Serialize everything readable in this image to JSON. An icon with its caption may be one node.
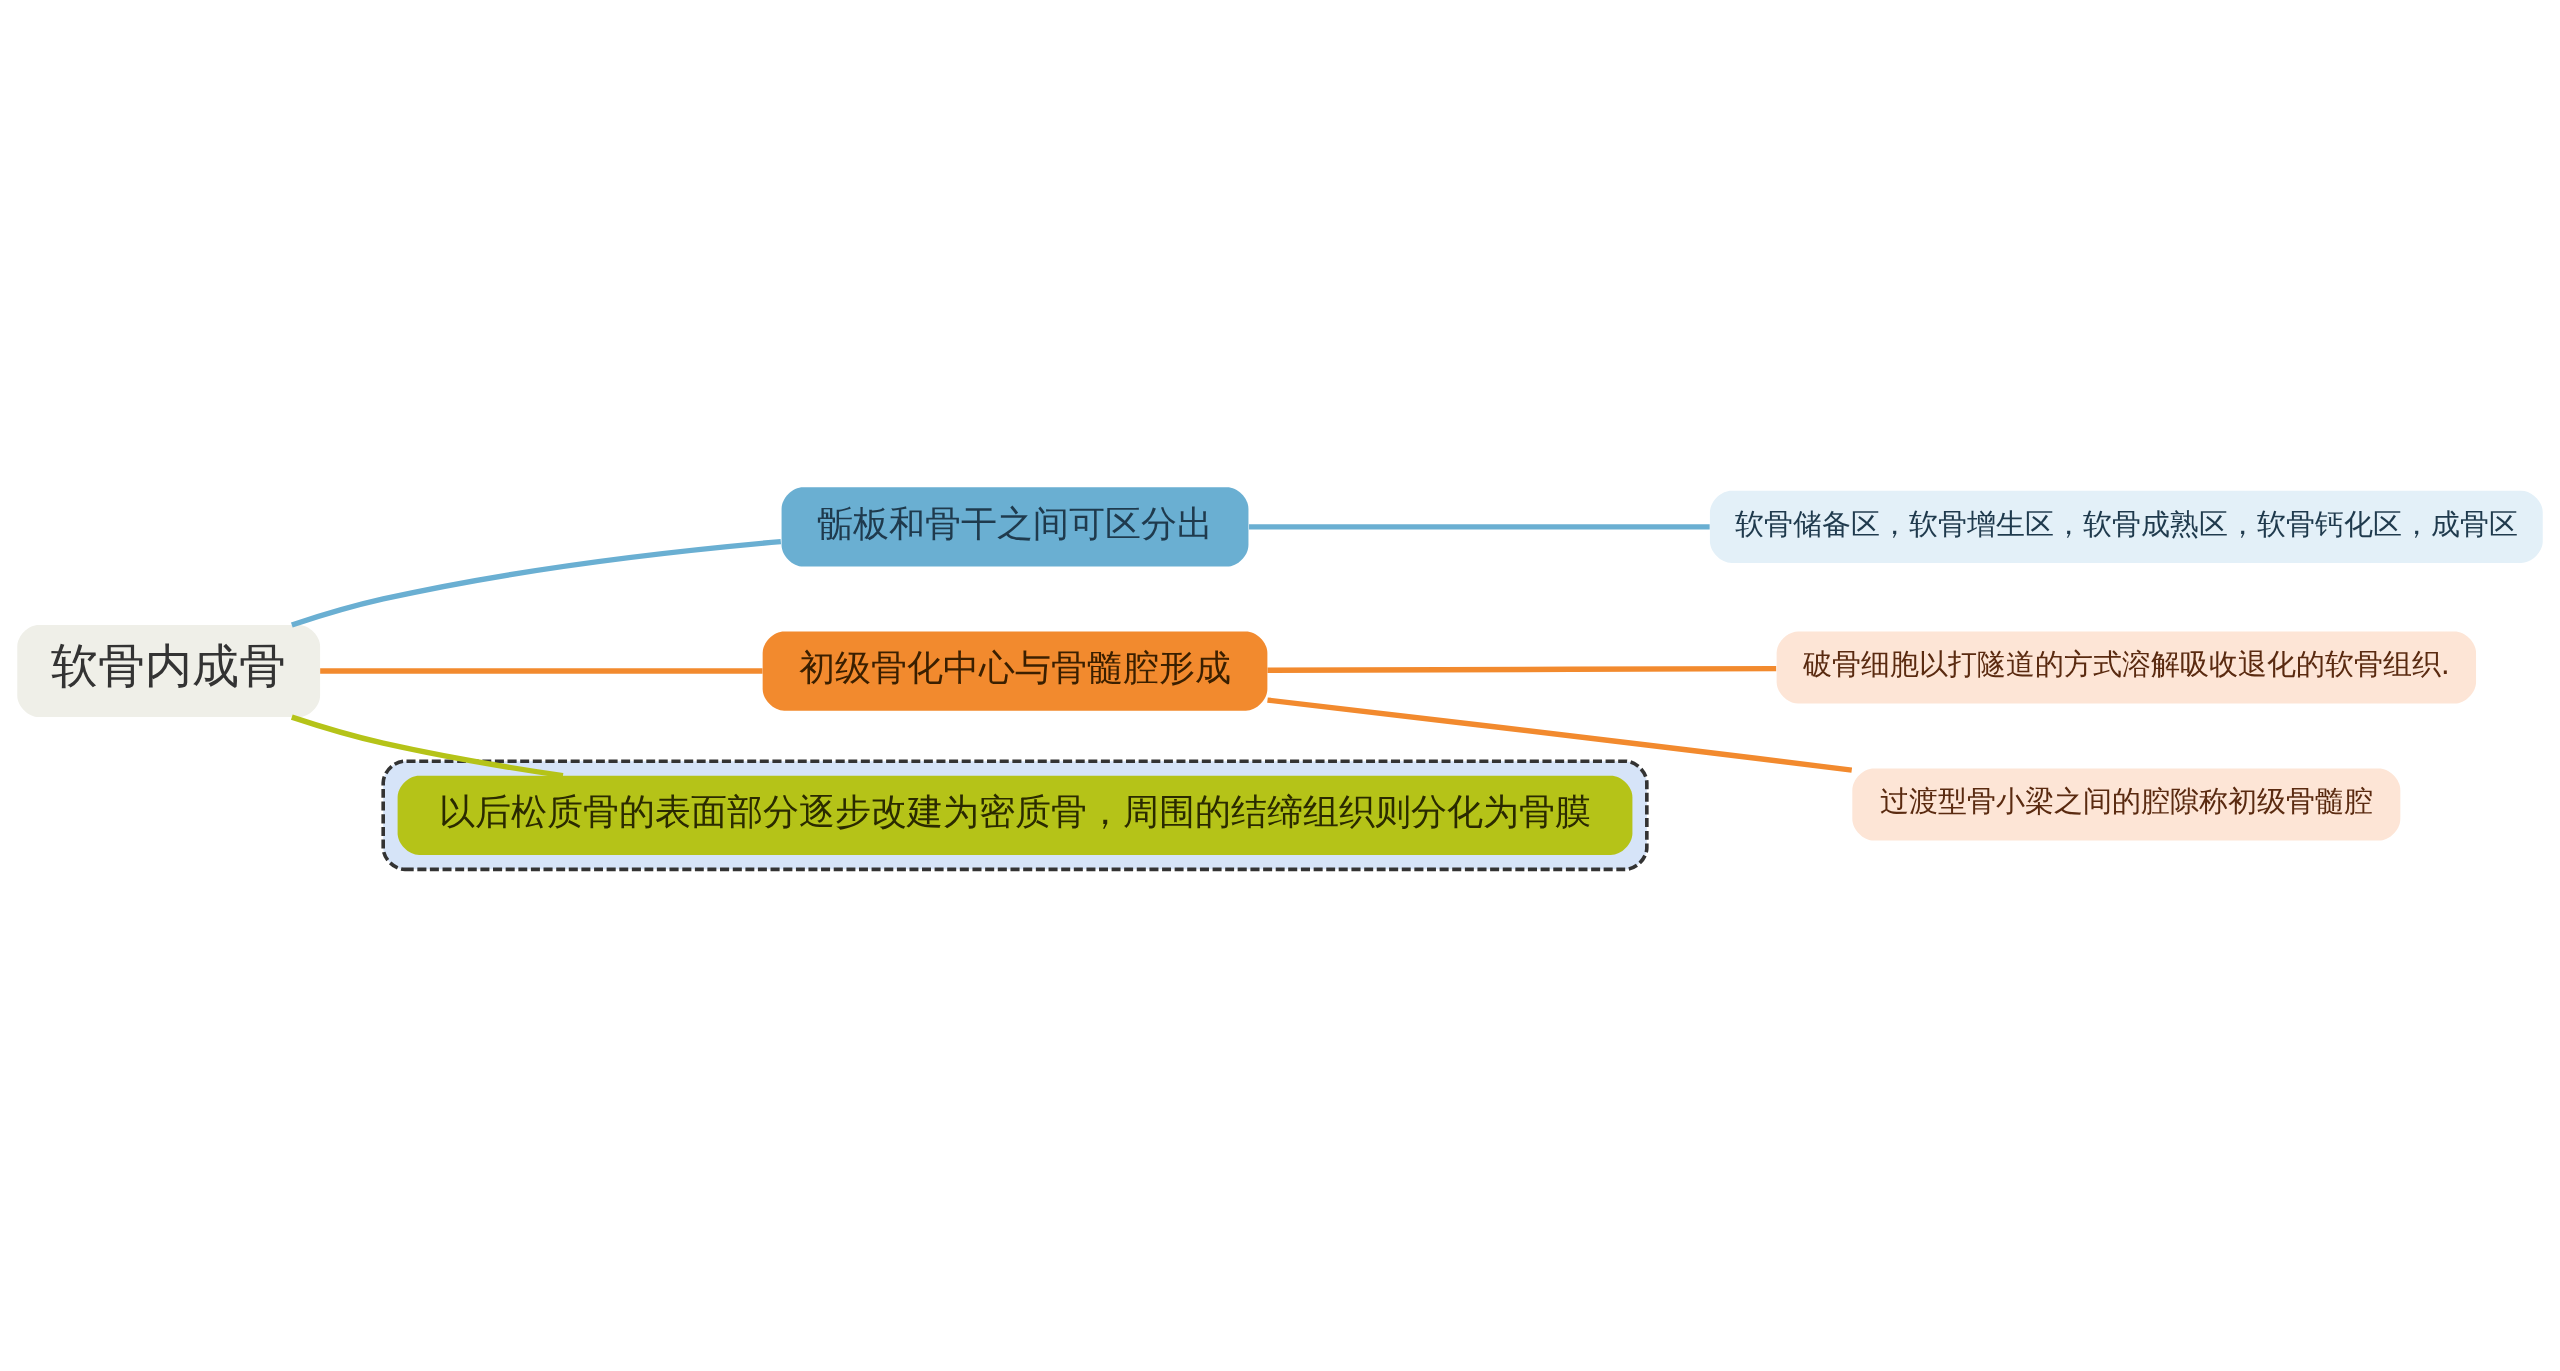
{
  "diagram": {
    "nodes": [
      {
        "text": [
          "软骨内成骨"
        ]
      },
      {
        "text": [
          "骺板和骨干之间可区分出"
        ]
      },
      {
        "text": [
          "软骨储备区，软骨增生区，软骨成熟区，软骨钙化区，成骨区"
        ]
      },
      {
        "text": [
          "初级骨化中心与骨髓腔形成"
        ]
      },
      {
        "text": [
          "破骨细胞以打隧道的方式溶解吸收退化的软骨组织."
        ]
      },
      {
        "text": [
          "过渡型骨小梁之间的腔隙称初级骨髓腔"
        ]
      },
      {
        "text": [],
        "shape": "box"
      },
      {
        "text": [
          "以后松质骨的表面部分逐步改建为密质骨，周围的结缔组织则分化为骨膜"
        ],
        "in": 6
      }
    ],
    "edges": [
      {
        "from": 0,
        "to": 1,
        "arrow": "none",
        "color": "#6aafd2"
      },
      {
        "from": 1,
        "to": 2,
        "arrow": "none",
        "color": "#6aafd2"
      },
      {
        "from": 0,
        "to": 3,
        "arrow": "none",
        "color": "#f28a2e"
      },
      {
        "from": 3,
        "to": 4,
        "arrow": "none",
        "color": "#f28a2e"
      },
      {
        "from": 3,
        "to": 5,
        "arrow": "none",
        "color": "#f28a2e"
      },
      {
        "from": 0,
        "to": 7,
        "arrow": "none",
        "color": "#b5c318"
      }
    ]
  }
}
